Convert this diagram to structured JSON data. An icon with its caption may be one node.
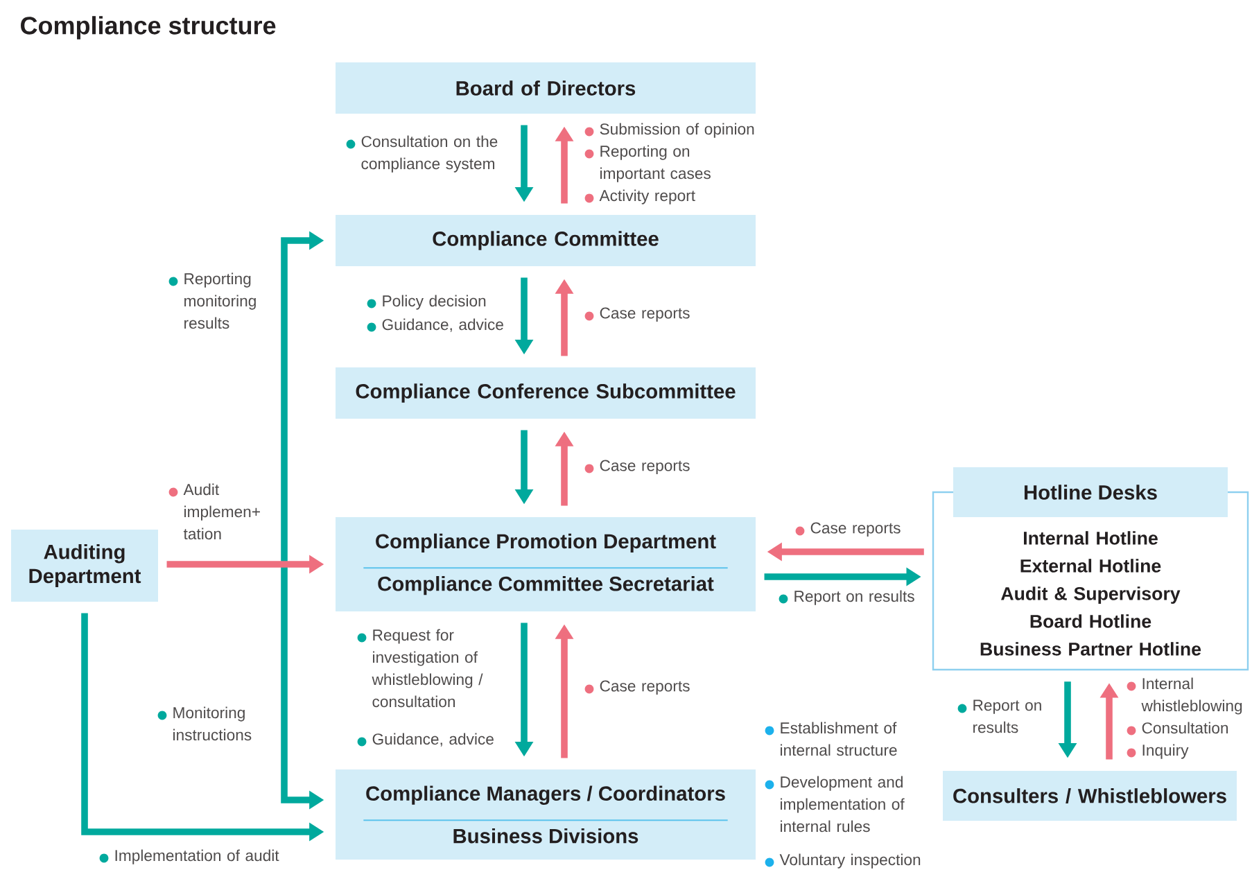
{
  "diagram": {
    "title": "Compliance structure",
    "nodes": [
      {
        "text": [
          "Board of Directors"
        ]
      },
      {
        "text": [
          "Compliance Committee"
        ]
      },
      {
        "text": [
          "Compliance Conference Subcommittee"
        ]
      },
      {
        "text": [
          "Compliance Promotion Department",
          "Compliance Committee Secretariat"
        ]
      },
      {
        "text": [
          "Compliance Managers / Coordinators",
          "Business Divisions"
        ]
      },
      {
        "text": [
          "Auditing Department"
        ]
      },
      {
        "text": [
          "Hotline Desks",
          "Internal Hotline",
          "External Hotline",
          "Audit & Supervisory Board Hotline",
          "Business Partner Hotline"
        ]
      },
      {
        "text": [
          "Consulters / Whistleblowers"
        ]
      }
    ],
    "edges": [
      {
        "from": 0,
        "to": 1,
        "arrow": "to"
      },
      {
        "from": 1,
        "to": 0,
        "arrow": "to",
        "color": "#ee6f7f"
      },
      {
        "from": 1,
        "to": 2,
        "arrow": "to"
      },
      {
        "from": 2,
        "to": 1,
        "arrow": "to",
        "color": "#ee6f7f"
      },
      {
        "from": 2,
        "to": 3,
        "arrow": "to"
      },
      {
        "from": 3,
        "to": 2,
        "arrow": "to",
        "color": "#ee6f7f"
      },
      {
        "from": 3,
        "to": 4,
        "arrow": "to"
      },
      {
        "from": 4,
        "to": 3,
        "arrow": "to",
        "color": "#ee6f7f"
      },
      {
        "from": 6,
        "to": 3,
        "arrow": "to",
        "color": "#ee6f7f"
      },
      {
        "from": 3,
        "to": 6,
        "arrow": "to"
      },
      {
        "from": 6,
        "to": 7,
        "arrow": "to"
      },
      {
        "from": 7,
        "to": 6,
        "arrow": "to",
        "color": "#ee6f7f"
      },
      {
        "from": 5,
        "to": 3,
        "arrow": "to",
        "color": "#ee6f7f"
      },
      {
        "from": 1,
        "to": 4,
        "arrow": "both"
      },
      {
        "from": 5,
        "to": 4,
        "arrow": "to"
      }
    ],
    "labels": [
      "Consultation on the compliance system",
      "Submission of opinion",
      "Reporting on important cases",
      "Activity report",
      "Reporting monitoring results",
      "Policy decision",
      "Guidance, advice",
      "Case reports",
      "Case reports",
      "Audit implemen+ tation",
      "Case reports",
      "Report on results",
      "Request for investigation of whistleblowing / consultation",
      "Guidance, advice",
      "Case reports",
      "Monitoring instructions",
      "Establishment of internal structure",
      "Development and implementation of internal rules",
      "Voluntary inspection",
      "Report on results",
      "Internal whistleblowing",
      "Consultation",
      "Inquiry",
      "Implementation of audit"
    ]
  }
}
